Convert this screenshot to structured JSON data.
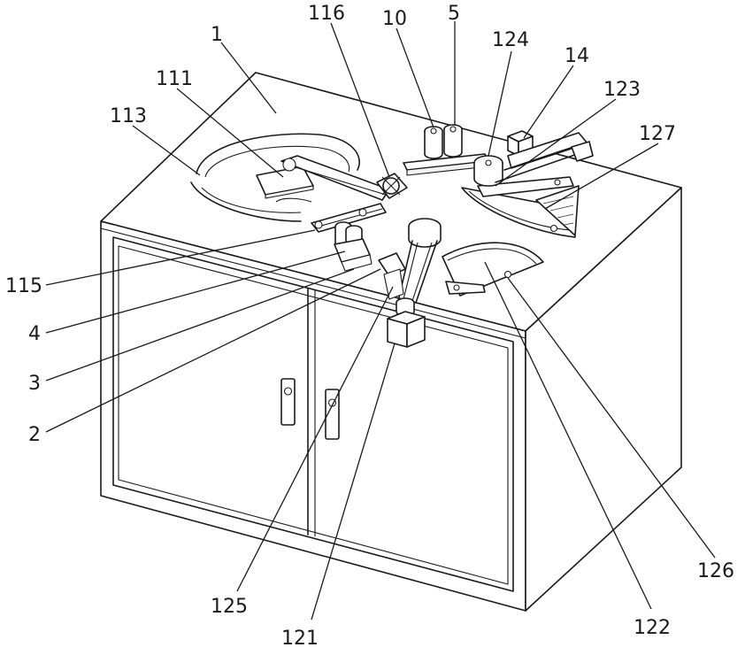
{
  "labels": [
    {
      "id": "label-1",
      "text": "1"
    },
    {
      "id": "label-111",
      "text": "111"
    },
    {
      "id": "label-113",
      "text": "113"
    },
    {
      "id": "label-116",
      "text": "116"
    },
    {
      "id": "label-10",
      "text": "10"
    },
    {
      "id": "label-5",
      "text": "5"
    },
    {
      "id": "label-124",
      "text": "124"
    },
    {
      "id": "label-14",
      "text": "14"
    },
    {
      "id": "label-123",
      "text": "123"
    },
    {
      "id": "label-127",
      "text": "127"
    },
    {
      "id": "label-115",
      "text": "115"
    },
    {
      "id": "label-4",
      "text": "4"
    },
    {
      "id": "label-3",
      "text": "3"
    },
    {
      "id": "label-2",
      "text": "2"
    },
    {
      "id": "label-125",
      "text": "125"
    },
    {
      "id": "label-121",
      "text": "121"
    },
    {
      "id": "label-122",
      "text": "122"
    },
    {
      "id": "label-126",
      "text": "126"
    }
  ]
}
